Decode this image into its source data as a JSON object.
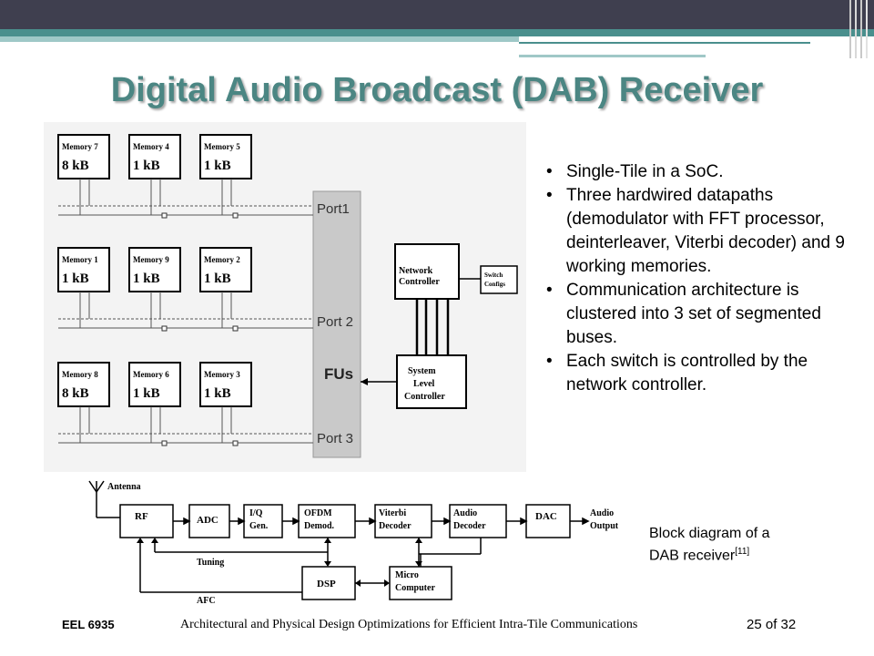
{
  "slide": {
    "title": "Digital Audio Broadcast (DAB) Receiver",
    "bullets": [
      "Single-Tile in a SoC.",
      "Three hardwired datapaths (demodulator with FFT processor, deinterleaver, Viterbi decoder) and 9 working memories.",
      "Communication architecture is clustered into 3 set of segmented buses.",
      "Each switch is controlled by the network controller."
    ],
    "bullet_glyph": "•",
    "caption": {
      "line1": "Block diagram of a",
      "line2": "DAB receiver",
      "ref": "[11]"
    }
  },
  "architecture": {
    "rows": [
      [
        {
          "name": "Memory 7",
          "size": "8 kB"
        },
        {
          "name": "Memory 4",
          "size": "1 kB"
        },
        {
          "name": "Memory 5",
          "size": "1 kB"
        }
      ],
      [
        {
          "name": "Memory 1",
          "size": "1 kB"
        },
        {
          "name": "Memory 9",
          "size": "1 kB"
        },
        {
          "name": "Memory 2",
          "size": "1 kB"
        }
      ],
      [
        {
          "name": "Memory 8",
          "size": "8 kB"
        },
        {
          "name": "Memory 6",
          "size": "1 kB"
        },
        {
          "name": "Memory 3",
          "size": "1 kB"
        }
      ]
    ],
    "ports": [
      "Port1",
      "Port 2",
      "Port 3"
    ],
    "fus": "FUs",
    "network_controller": [
      "Network",
      "Controller"
    ],
    "switch_configs": [
      "Switch",
      "Configs"
    ],
    "system_controller": [
      "System",
      "Level",
      "Controller"
    ]
  },
  "block_diagram": {
    "antenna": "Antenna",
    "rf": "RF",
    "adc": "ADC",
    "iq": [
      "I/Q",
      "Gen."
    ],
    "ofdm": [
      "OFDM",
      "Demod."
    ],
    "viterbi": [
      "Viterbi",
      "Decoder"
    ],
    "audio_decoder": [
      "Audio",
      "Decoder"
    ],
    "dac": "DAC",
    "audio_output": [
      "Audio",
      "Output"
    ],
    "dsp": "DSP",
    "micro": [
      "Micro",
      "Computer"
    ],
    "tuning": "Tuning",
    "afc": "AFC"
  },
  "footer": {
    "course": "EEL 6935",
    "subtitle": "Architectural and Physical Design Optimizations for Efficient Intra-Tile Communications",
    "page": "25 of 32"
  },
  "colors": {
    "title": "#4b8683",
    "topbar": "#3f3f4f",
    "accent": "#4a8f8d"
  }
}
